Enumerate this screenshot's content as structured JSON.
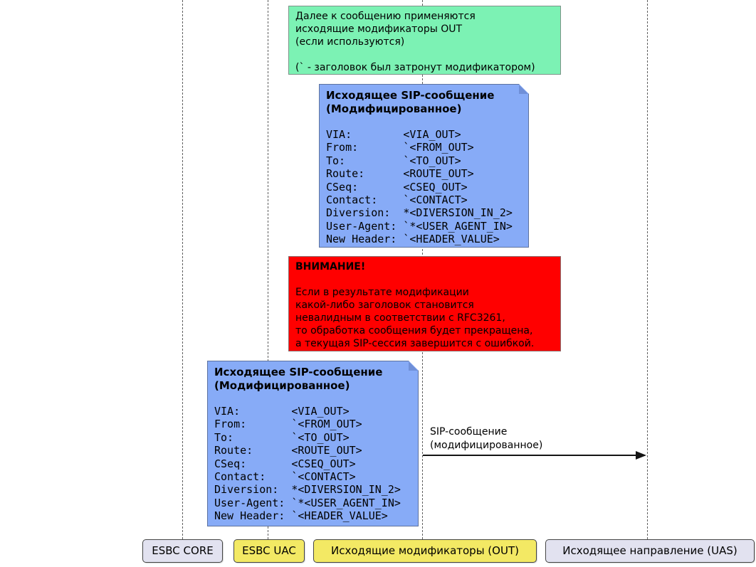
{
  "colors": {
    "note_green_bg": "#7CF2B4",
    "note_blue_bg": "#87ABF7",
    "note_red_bg": "#FF0000",
    "participant_lavender_bg": "#E2E2F0",
    "participant_yellow_bg": "#F3E964",
    "lifeline": "#5F5F5F"
  },
  "notes": {
    "out_modifiers_info": {
      "lines": [
        "Далее к сообщению применяются",
        "исходящие модификаторы OUT",
        "(если используются)",
        "",
        "(` - заголовок был затронут модификатором)"
      ]
    },
    "sip_out_modified_1": {
      "title": [
        "Исходящее SIP-сообщение",
        "(Модифицированное)"
      ],
      "headers": [
        "VIA:        <VIA_OUT>",
        "From:       `<FROM_OUT>",
        "To:         `<TO_OUT>",
        "Route:      <ROUTE_OUT>",
        "CSeq:       <CSEQ_OUT>",
        "Contact:    `<CONTACT>",
        "Diversion:  *<DIVERSION_IN_2>",
        "User-Agent: `*<USER_AGENT_IN>",
        "New Header: `<HEADER_VALUE>"
      ]
    },
    "warning": {
      "title": "ВНИМАНИЕ!",
      "lines": [
        "",
        "Если в результате модификации",
        "какой-либо заголовок становится",
        "невалидным в соответствии с RFC3261,",
        "то обработка сообщения будет прекращена,",
        "а текущая SIP-сессия завершится с ошибкой."
      ]
    },
    "sip_out_modified_2": {
      "title": [
        "Исходящее SIP-сообщение",
        "(Модифицированное)"
      ],
      "headers": [
        "VIA:        <VIA_OUT>",
        "From:       `<FROM_OUT>",
        "To:         `<TO_OUT>",
        "Route:      <ROUTE_OUT>",
        "CSeq:       <CSEQ_OUT>",
        "Contact:    `<CONTACT>",
        "Diversion:  *<DIVERSION_IN_2>",
        "User-Agent: `*<USER_AGENT_IN>",
        "New Header: `<HEADER_VALUE>"
      ]
    }
  },
  "message": {
    "label": [
      "SIP-сообщение",
      "(модифицированное)"
    ]
  },
  "participants": [
    {
      "label": "ESBC CORE",
      "type": "lavender"
    },
    {
      "label": "ESBC UAC",
      "type": "yellow"
    },
    {
      "label": "Исходящие модификаторы (OUT)",
      "type": "yellow"
    },
    {
      "label": "Исходящее направление (UAS)",
      "type": "lavender"
    }
  ]
}
